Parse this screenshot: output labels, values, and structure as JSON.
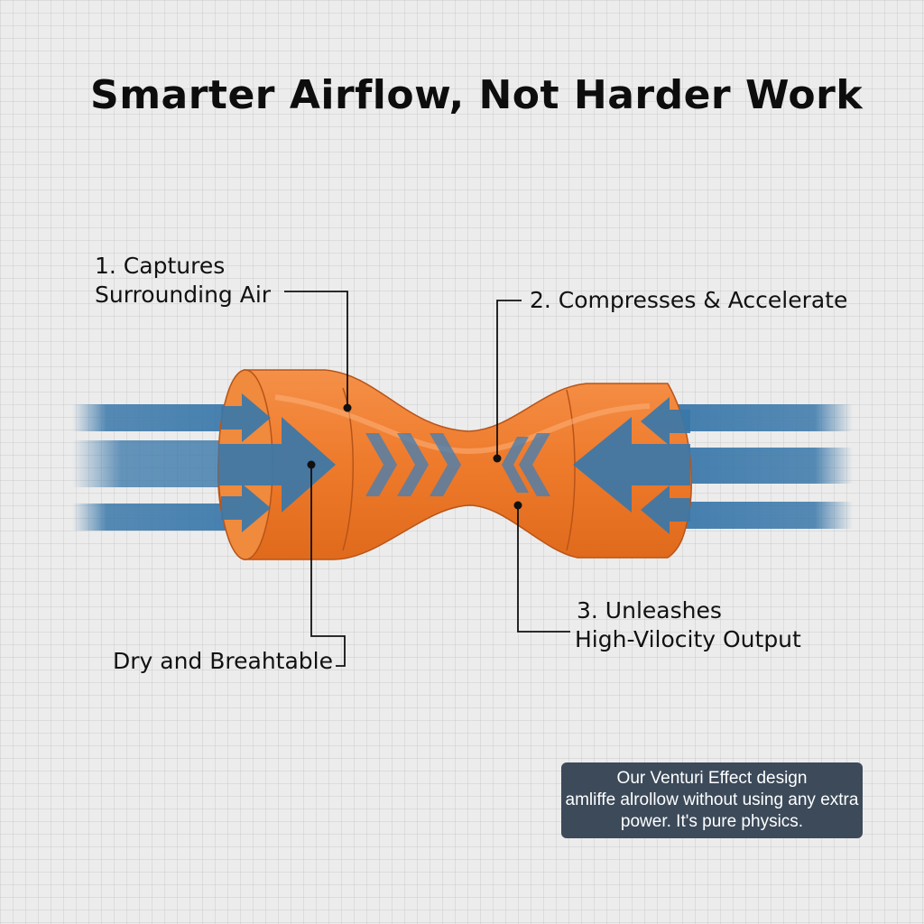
{
  "title": "Smarter Airflow, Not Harder Work",
  "labels": {
    "captures": [
      "1. Captures",
      "Surrounding Air"
    ],
    "compresses": "2. Compresses & Accelerate",
    "unleashes": [
      "3. Unleashes",
      "High-Vilocity Output"
    ],
    "dry": "Dry and Breahtable"
  },
  "info_box": {
    "lines": [
      "Our Venturi Effect design",
      "amliffe alrollow without using any extra",
      "power. It's pure physics."
    ]
  },
  "colors": {
    "body_orange": "#ee7a2b",
    "arrow_blue": "#3a78aa",
    "info_box_bg": "#3c4a5a"
  }
}
